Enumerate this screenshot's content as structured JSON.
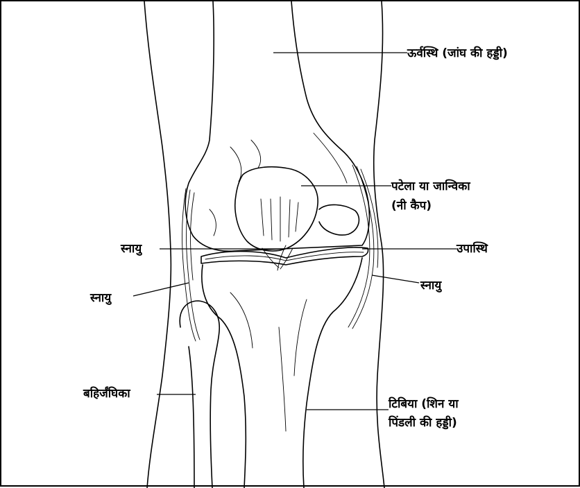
{
  "labels": {
    "femur": "ऊर्वस्थि (जांघ की हड्डी)",
    "patella_line1": "पटेला या जान्विका",
    "patella_line2": "(नी कैप)",
    "ligament_upper_left": "स्नायु",
    "meniscus": "उपास्थि",
    "ligament_left": "स्नायु",
    "ligament_right": "स्नायु",
    "fibula": "बहिर्जंघिका",
    "tibia_line1": "टिबिया (शिन या",
    "tibia_line2": "पिंडली की हड्डी)"
  },
  "colors": {
    "ink": "#000000",
    "background": "#ffffff"
  }
}
